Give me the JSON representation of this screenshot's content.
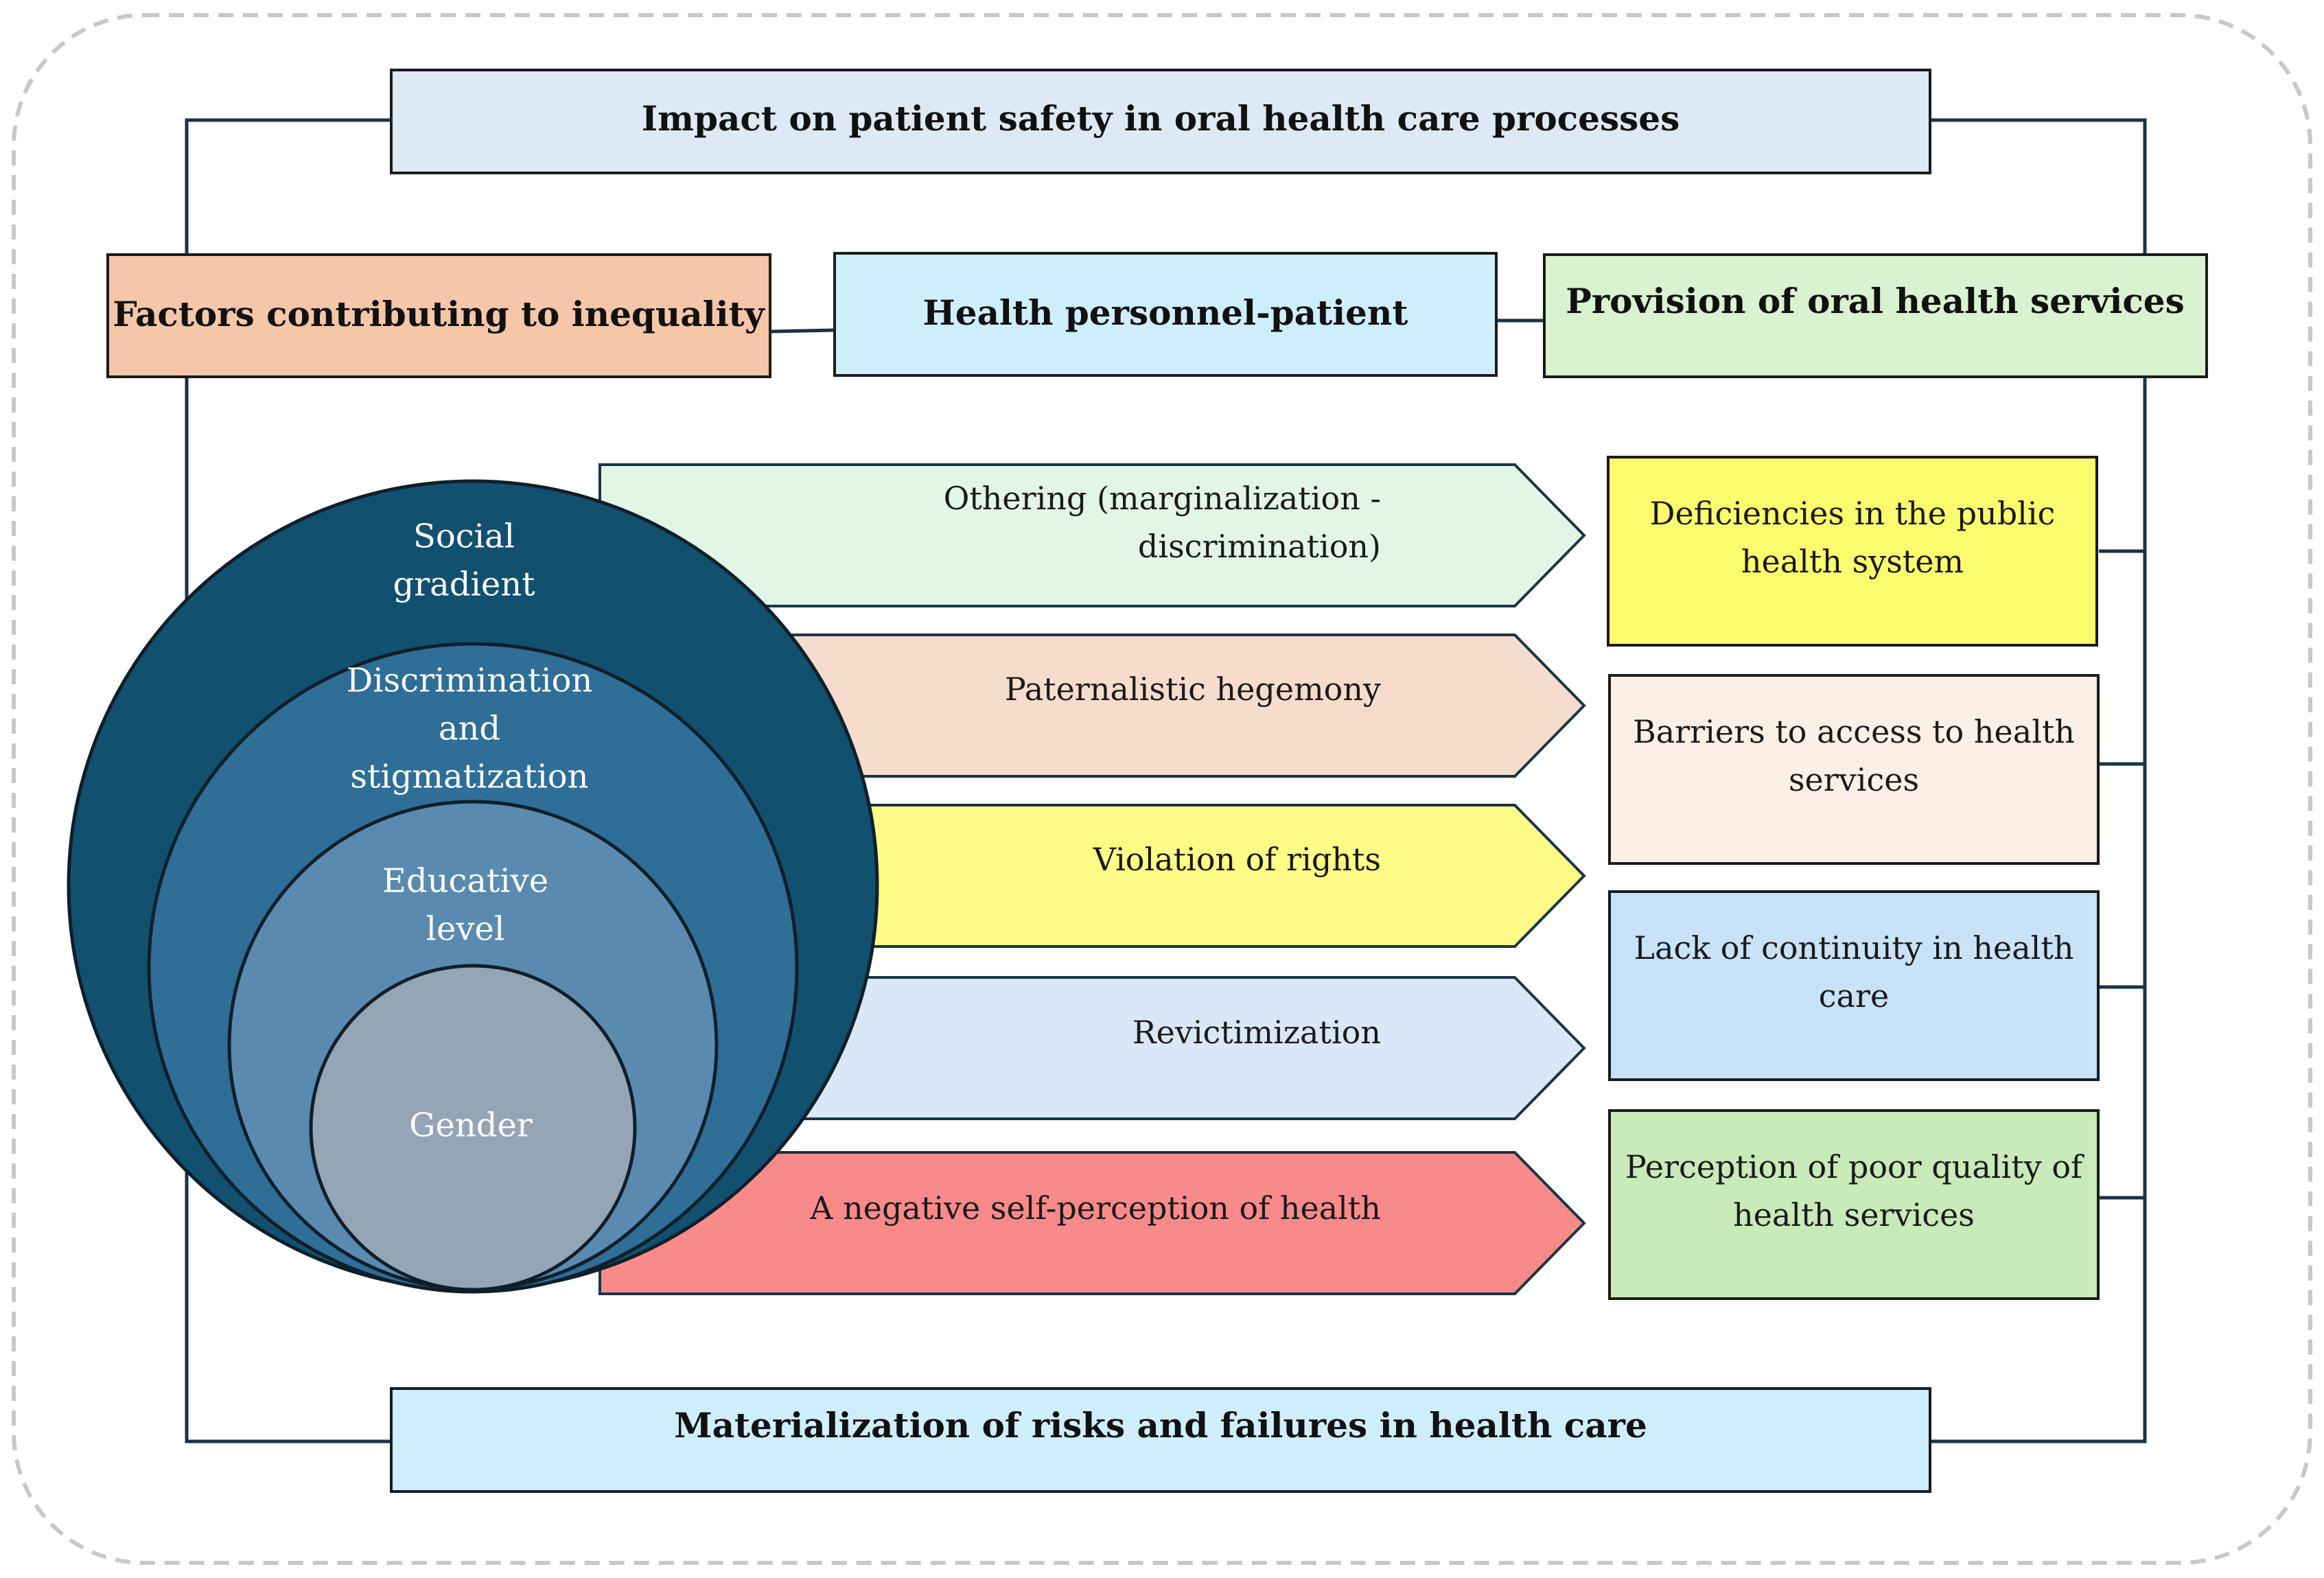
{
  "top_banner": {
    "label": "Impact on patient safety in oral health care processes",
    "color": "#dde9f5"
  },
  "bottom_banner": {
    "label": "Materialization of risks and failures in health care",
    "color": "#cfeefc"
  },
  "headers": [
    {
      "label": "Factors contributing to inequality",
      "color": "#f5c6a8"
    },
    {
      "label": "Health personnel-patient",
      "color": "#cfeefc"
    },
    {
      "label": "Provision of oral health services",
      "color": "#d9f2d0"
    }
  ],
  "circles": [
    {
      "lines": [
        "Social",
        "gradient"
      ],
      "color": "#12506f"
    },
    {
      "lines": [
        "Discrimination",
        "and",
        "stigmatization"
      ],
      "color": "#2e6e97"
    },
    {
      "lines": [
        "Educative",
        "level"
      ],
      "color": "#5a8ab0"
    },
    {
      "lines": [
        "Gender"
      ],
      "color": "#94a5b5"
    }
  ],
  "arrows": [
    {
      "lines": [
        "Othering (marginalization -",
        "discrimination)"
      ],
      "color": "#e2f6e5"
    },
    {
      "lines": [
        "Paternalistic hegemony"
      ],
      "color": "#f6dccc"
    },
    {
      "lines": [
        "Violation of rights"
      ],
      "color": "#fdfc87"
    },
    {
      "lines": [
        "Revictimization"
      ],
      "color": "#d9e7f6"
    },
    {
      "lines": [
        "A negative self-perception of health"
      ],
      "color": "#f98a8a"
    }
  ],
  "service_boxes": [
    {
      "lines": [
        "Deficiencies in the public",
        "health system"
      ],
      "color": "#fbfb6e"
    },
    {
      "lines": [
        "Barriers to access to health",
        "services"
      ],
      "color": "#fcefe6"
    },
    {
      "lines": [
        "Lack of continuity in health",
        "care"
      ],
      "color": "#c8e2f8"
    },
    {
      "lines": [
        "Perception of poor quality of",
        "health services"
      ],
      "color": "#c9eab9"
    }
  ]
}
